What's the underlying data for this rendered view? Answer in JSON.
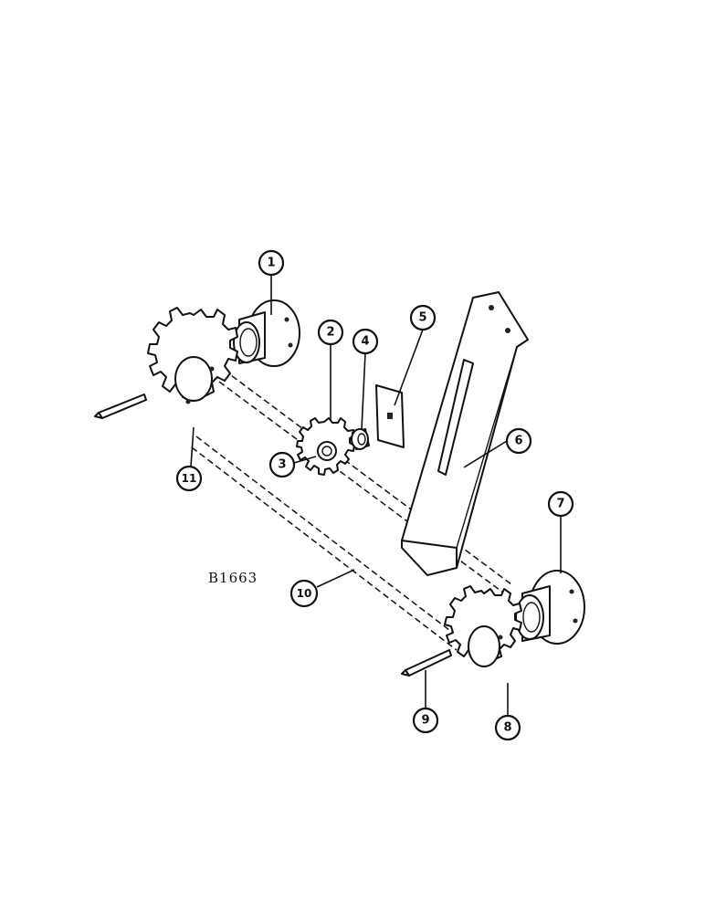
{
  "drawing": {
    "id_label": "B1663"
  },
  "callouts": [
    {
      "number": "1"
    },
    {
      "number": "2"
    },
    {
      "number": "3"
    },
    {
      "number": "4"
    },
    {
      "number": "5"
    },
    {
      "number": "6"
    },
    {
      "number": "7"
    },
    {
      "number": "8"
    },
    {
      "number": "9"
    },
    {
      "number": "10"
    },
    {
      "number": "11"
    }
  ]
}
